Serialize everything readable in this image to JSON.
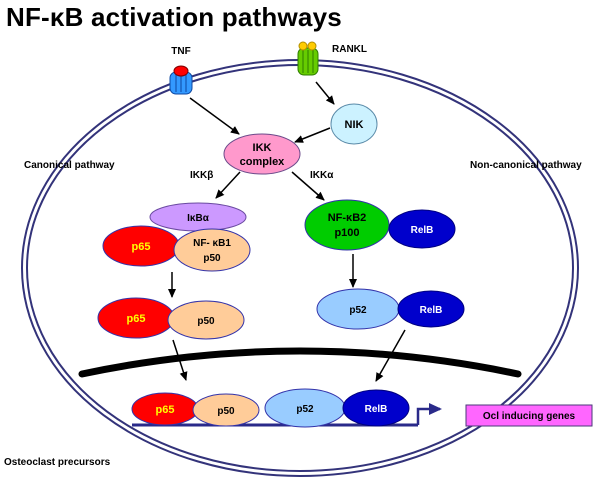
{
  "title": "NF-κB activation pathways",
  "receptors": {
    "tnf": "TNF",
    "rankl": "RANKL"
  },
  "labels": {
    "canonical": "Canonical pathway",
    "non_canonical": "Non-canonical pathway",
    "ikk_beta": "IKKβ",
    "ikk_alpha": "IKKα",
    "cell": "Osteoclast precursors",
    "genes": "Ocl inducing genes"
  },
  "nodes": {
    "nik": "NIK",
    "ikk_line1": "IKK",
    "ikk_line2": "complex",
    "ikba": "IκBα",
    "p65_a": "p65",
    "nfkb1_line1": "NF- κB1",
    "nfkb1_line2": "p50",
    "p65_b": "p65",
    "p50_b": "p50",
    "nfkb2_line1": "NF-κB2",
    "nfkb2_line2": "p100",
    "relb_a": "RelB",
    "p52_a": "p52",
    "relb_b": "RelB",
    "p65_c": "p65",
    "p50_c": "p50",
    "p52_c": "p52",
    "relb_c": "RelB"
  },
  "colors": {
    "membrane": "#33337a",
    "tnf_receptor": "#3399ff",
    "tnf_ligand": "#ff0000",
    "rankl_receptor": "#66cc00",
    "rankl_ligand": "#ffcc00",
    "nik": "#ccf2ff",
    "ikk": "#ff99cc",
    "ikba": "#cc99ff",
    "p65": "#ff0000",
    "p65_text": "#ffff00",
    "p50": "#ffcc99",
    "nfkb2": "#00cc00",
    "relb": "#0000cc",
    "p52": "#99ccff",
    "genes_box": "#ff66ff",
    "dna": "#2a2a8a"
  }
}
